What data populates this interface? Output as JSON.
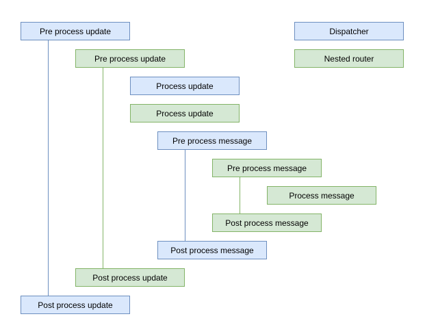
{
  "colors": {
    "dispatcher_fill": "#dae8fc",
    "dispatcher_stroke": "#6c8ebf",
    "nested_router_fill": "#d5e8d4",
    "nested_router_stroke": "#82b366",
    "text": "#000000",
    "background": "#ffffff"
  },
  "legend": [
    {
      "label": "Dispatcher",
      "lane": "dispatcher"
    },
    {
      "label": "Nested router",
      "lane": "nested_router"
    }
  ],
  "diagram": {
    "nodes": [
      {
        "label": "Pre process update",
        "lane": "dispatcher"
      },
      {
        "label": "Pre process update",
        "lane": "nested_router"
      },
      {
        "label": "Process update",
        "lane": "dispatcher"
      },
      {
        "label": "Process update",
        "lane": "nested_router"
      },
      {
        "label": "Pre process message",
        "lane": "dispatcher"
      },
      {
        "label": "Pre process message",
        "lane": "nested_router"
      },
      {
        "label": "Process message",
        "lane": "nested_router"
      },
      {
        "label": "Post process message",
        "lane": "nested_router"
      },
      {
        "label": "Post process message",
        "lane": "dispatcher"
      },
      {
        "label": "Post process update",
        "lane": "nested_router"
      },
      {
        "label": "Post process update",
        "lane": "dispatcher"
      }
    ],
    "connectors": [
      {
        "from": "Pre process update",
        "to": "Post process update",
        "lane": "dispatcher"
      },
      {
        "from": "Pre process update",
        "to": "Post process update",
        "lane": "nested_router"
      },
      {
        "from": "Pre process message",
        "to": "Post process message",
        "lane": "dispatcher"
      },
      {
        "from": "Pre process message",
        "to": "Post process message",
        "lane": "nested_router"
      }
    ]
  }
}
